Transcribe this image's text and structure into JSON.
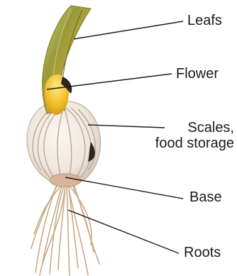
{
  "labels": {
    "leafs": "Leafs",
    "flower": "Flower",
    "scales_line1": "Scales,",
    "scales_line2": "food storage",
    "base": "Base",
    "roots": "Roots"
  },
  "colors": {
    "background": "#ffffff",
    "leader_line": "#1a1a1a",
    "stem_green": "#9a9a3a",
    "stem_yellow": "#e8b820",
    "bulb_white": "#f3ede6",
    "bulb_shadow": "#c9b9aa",
    "roots": "#c8ab85"
  }
}
